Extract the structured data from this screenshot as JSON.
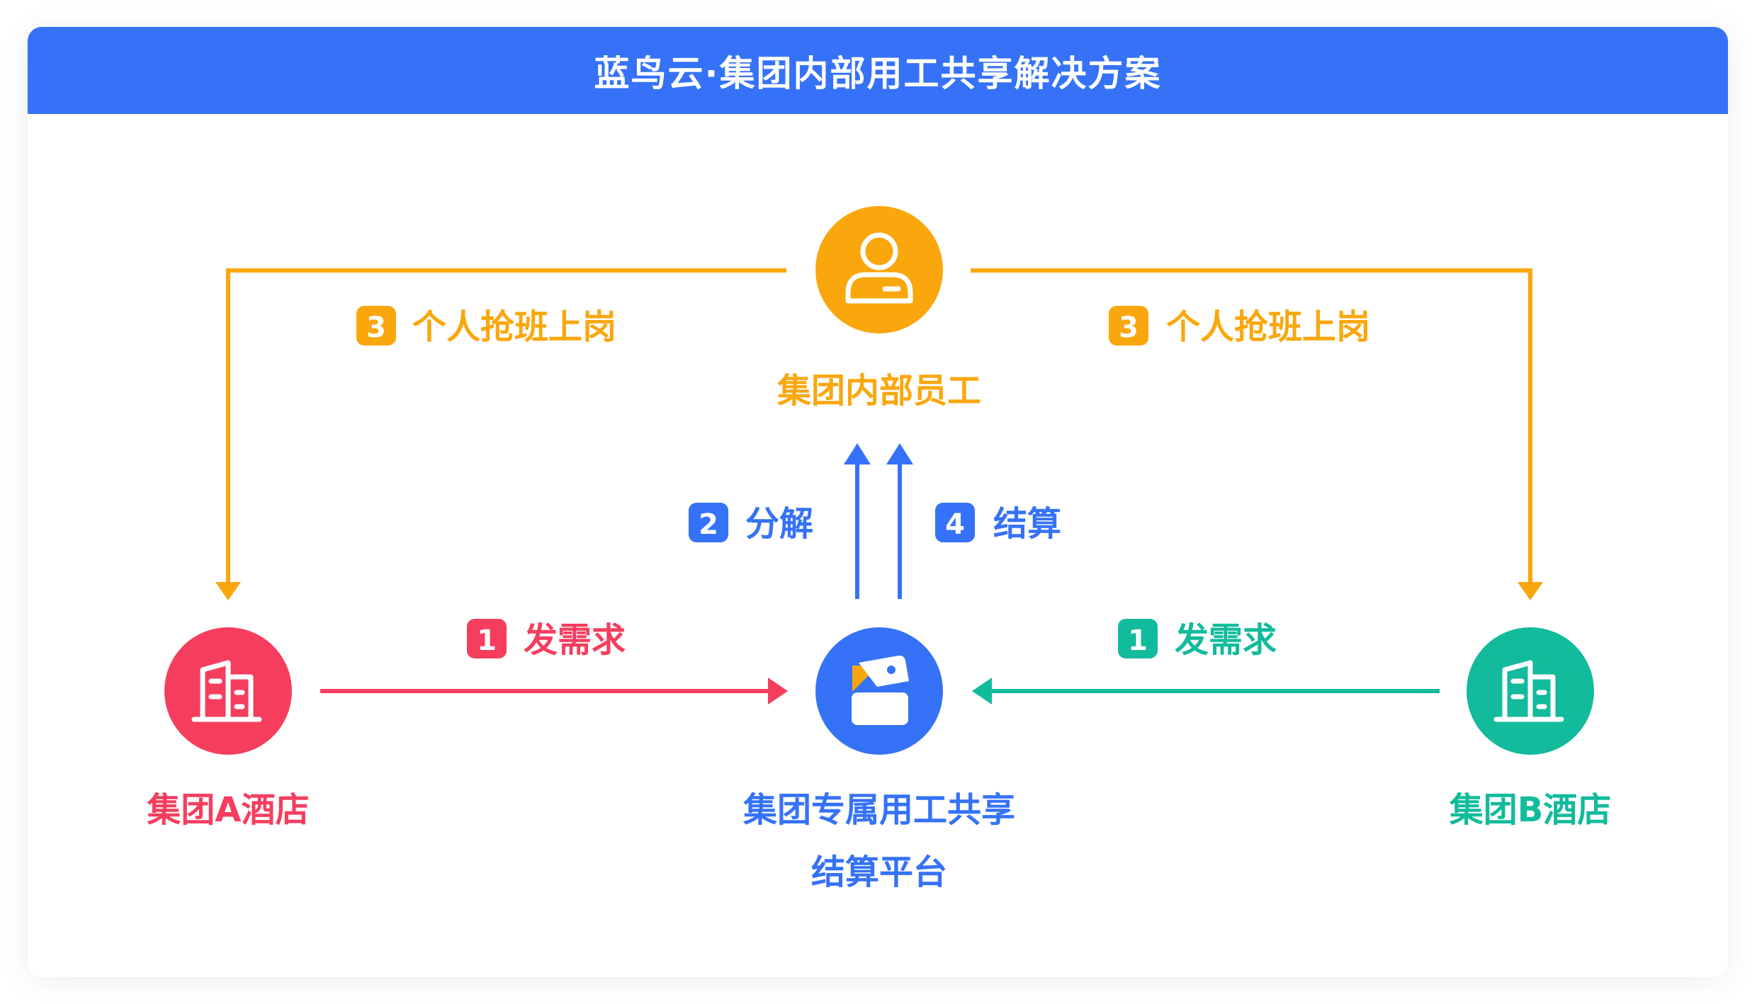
{
  "title": "蓝鸟云·集团内部用工共享解决方案",
  "colors": {
    "header": "#3572f7",
    "employee": "#faa70d",
    "platform": "#3572f7",
    "hotel_a": "#f53e5e",
    "hotel_b": "#11bb9b"
  },
  "nodes": {
    "employee": {
      "label": "集团内部员工",
      "icon": "person-icon"
    },
    "platform": {
      "label_line1": "集团专属用工共享",
      "label_line2": "结算平台",
      "icon": "platform-icon"
    },
    "hotel_a": {
      "label": "集团A酒店",
      "icon": "building-icon"
    },
    "hotel_b": {
      "label": "集团B酒店",
      "icon": "building-icon"
    }
  },
  "steps": {
    "grab_left": {
      "num": "3",
      "text": "个人抢班上岗"
    },
    "grab_right": {
      "num": "3",
      "text": "个人抢班上岗"
    },
    "decompose": {
      "num": "2",
      "text": "分解"
    },
    "settle": {
      "num": "4",
      "text": "结算"
    },
    "demand_a": {
      "num": "1",
      "text": "发需求"
    },
    "demand_b": {
      "num": "1",
      "text": "发需求"
    }
  }
}
